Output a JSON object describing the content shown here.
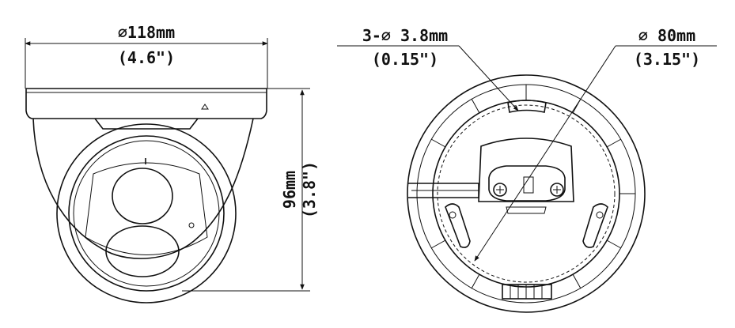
{
  "front_view": {
    "width_metric": "∅118mm",
    "width_imperial": "(4.6\")",
    "height_metric": "96mm",
    "height_imperial": "(3.8\")"
  },
  "bottom_view": {
    "hole_metric": "3-∅ 3.8mm",
    "hole_imperial": "(0.15\")",
    "circle_metric": "∅ 80mm",
    "circle_imperial": "(3.15\")"
  }
}
